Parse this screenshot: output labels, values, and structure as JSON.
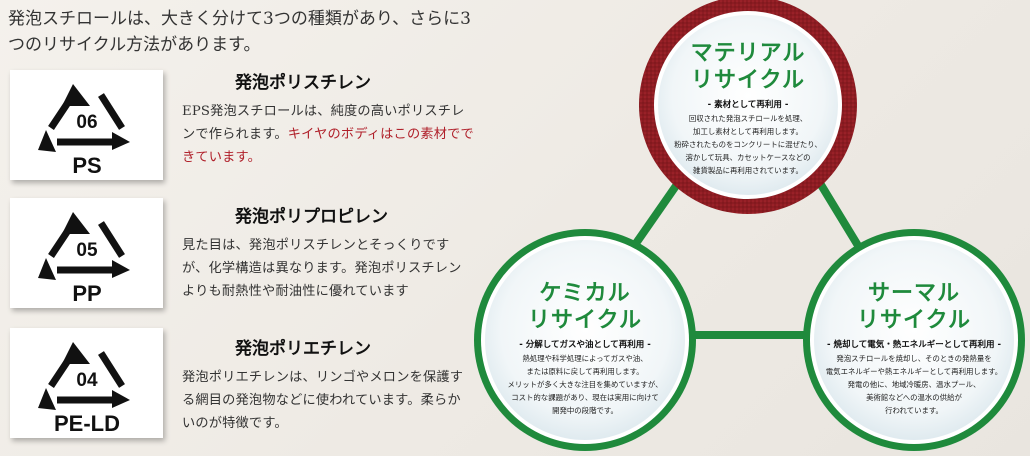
{
  "intro": "発泡スチロールは、大きく分けて3つの種類があり、さらに3つのリサイクル方法があります。",
  "products": [
    {
      "code": "06",
      "abbr": "PS",
      "title": "発泡ポリスチレン",
      "desc": "EPS発泡スチロールは、純度の高いポリスチレンで作られます。",
      "desc_highlight": "キイヤのボディはこの素材でできています。"
    },
    {
      "code": "05",
      "abbr": "PP",
      "title": "発泡ポリプロピレン",
      "desc": "見た目は、発泡ポリスチレンとそっくりですが、化学構造は異なります。発泡ポリスチレンよりも耐熱性や耐油性に優れています",
      "desc_highlight": ""
    },
    {
      "code": "04",
      "abbr": "PE-LD",
      "title": "発泡ポリエチレン",
      "desc": "発泡ポリエチレンは、リンゴやメロンを保護する網目の発泡物などに使われています。柔らかいのが特徴です。",
      "desc_highlight": ""
    }
  ],
  "recycling": {
    "material": {
      "title_line1": "マテリアル",
      "title_line2": "リサイクル",
      "subtitle": "- 素材として再利用 -",
      "lines": [
        "回収された発泡スチロールを処理、",
        "加工し素材として再利用します。",
        "粉砕されたものをコンクリートに混ぜたり、",
        "溶かして玩具、カセットケースなどの",
        "雑貨製品に再利用されています。"
      ]
    },
    "chemical": {
      "title_line1": "ケミカル",
      "title_line2": "リサイクル",
      "subtitle": "- 分解してガスや油として再利用 -",
      "lines": [
        "熱処理や科学処理によってガスや油、",
        "または原料に戻して再利用します。",
        "メリットが多く大きな注目を集めていますが、",
        "コスト的な課題があり、現在は実用に向けて",
        "開発中の段階です。"
      ]
    },
    "thermal": {
      "title_line1": "サーマル",
      "title_line2": "リサイクル",
      "subtitle": "- 焼却して電気・熱エネルギーとして再利用 -",
      "lines": [
        "発泡スチロールを焼却し、そのときの発熱量を",
        "電気エネルギーや熱エネルギーとして再利用します。",
        "発電の他に、地域冷暖房、温水プール、",
        "美術館などへの温水の供給が",
        "行われています。"
      ]
    }
  },
  "colors": {
    "green": "#1f8a3c",
    "dark_red": "#8c1c22",
    "highlight_red": "#b0202a"
  }
}
